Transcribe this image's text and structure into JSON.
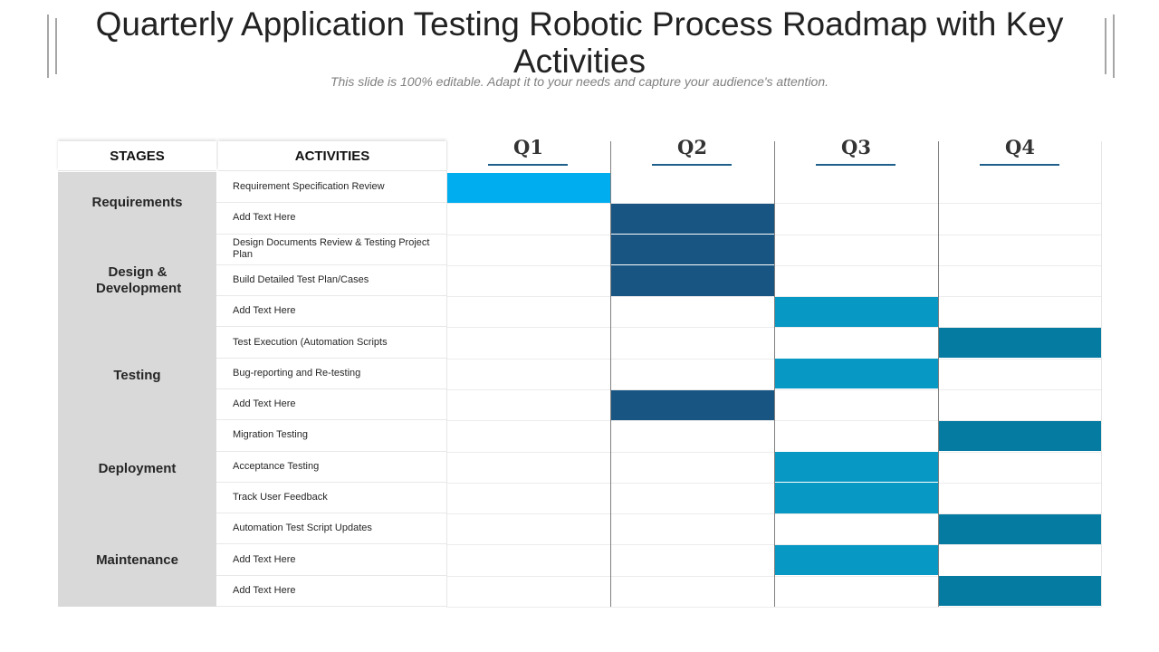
{
  "title": "Quarterly Application Testing Robotic Process Roadmap with Key Activities",
  "subtitle": "This slide is 100% editable. Adapt it to your needs and capture your audience's attention.",
  "headers": {
    "stages": "STAGES",
    "activities": "ACTIVITIES"
  },
  "quarters": [
    "Q1",
    "Q2",
    "Q3",
    "Q4"
  ],
  "colors": {
    "light_blue": "#00adef",
    "dark_blue": "#185582",
    "teal": "#0898c4",
    "deep_teal": "#067ba2",
    "stage_bg": "#d9d9d9"
  },
  "stages": [
    {
      "label": "Requirements"
    },
    {
      "label": "Design & Development"
    },
    {
      "label": "Testing"
    },
    {
      "label": "Deployment"
    },
    {
      "label": "Maintenance"
    }
  ],
  "rows": [
    {
      "activity": "Requirement Specification Review",
      "quarter": 1,
      "color": "#00adef"
    },
    {
      "activity": "Add Text Here",
      "quarter": 2,
      "color": "#185582"
    },
    {
      "activity": "Design Documents Review & Testing Project Plan",
      "quarter": 2,
      "color": "#185582"
    },
    {
      "activity": "Build Detailed Test Plan/Cases",
      "quarter": 2,
      "color": "#185582"
    },
    {
      "activity": "Add Text Here",
      "quarter": 3,
      "color": "#0898c4"
    },
    {
      "activity": "Test Execution (Automation Scripts",
      "quarter": 4,
      "color": "#067ba2"
    },
    {
      "activity": "Bug-reporting and Re-testing",
      "quarter": 3,
      "color": "#0898c4"
    },
    {
      "activity": "Add Text Here",
      "quarter": 2,
      "color": "#185582"
    },
    {
      "activity": "Migration Testing",
      "quarter": 4,
      "color": "#067ba2"
    },
    {
      "activity": "Acceptance Testing",
      "quarter": 3,
      "color": "#0898c4"
    },
    {
      "activity": "Track User Feedback",
      "quarter": 3,
      "color": "#0898c4"
    },
    {
      "activity": "Automation Test Script Updates",
      "quarter": 4,
      "color": "#067ba2"
    },
    {
      "activity": "Add Text Here",
      "quarter": 3,
      "color": "#0898c4"
    },
    {
      "activity": "Add Text Here",
      "quarter": 4,
      "color": "#067ba2"
    }
  ]
}
